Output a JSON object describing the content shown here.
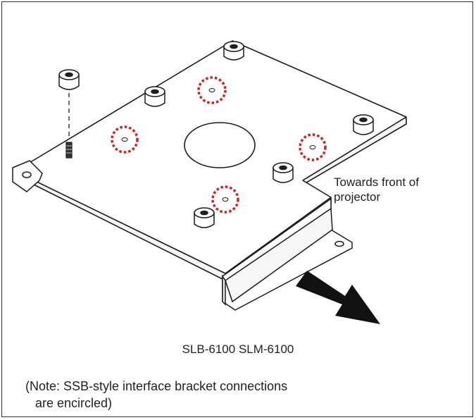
{
  "labels": {
    "towards_front_line1": "Towards front of",
    "towards_front_line2": "projector",
    "models": "SLB-6100 SLM-6100",
    "note_line1": "(Note: SSB-style interface bracket connections",
    "note_line2": "are encircled)"
  },
  "colors": {
    "line": "#1a1a1a",
    "circle_highlight": "#d42020",
    "arrow": "#111111"
  },
  "icons": {
    "direction": "arrow-right-down-icon"
  }
}
